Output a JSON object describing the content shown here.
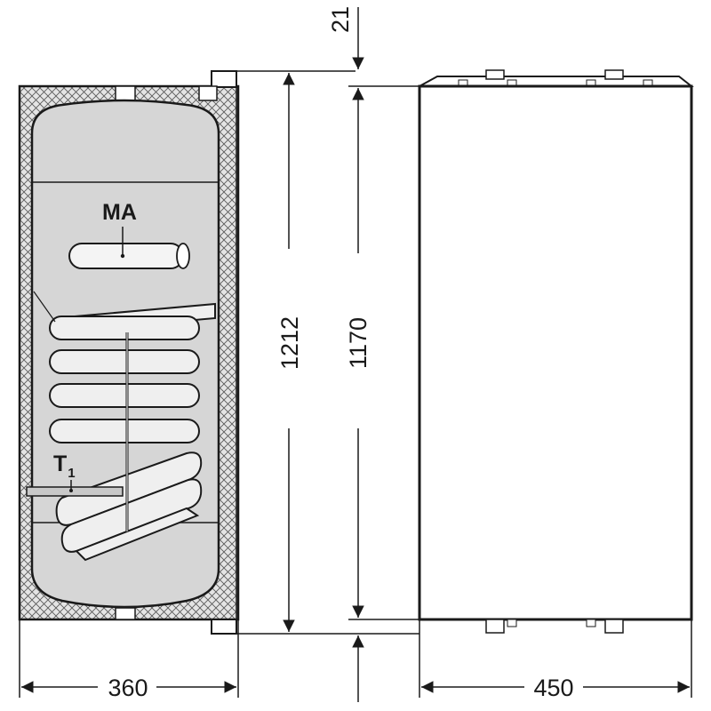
{
  "labels": {
    "anode": "MA",
    "sensor": "T",
    "sensor_sub": "1"
  },
  "dimensions": {
    "top_offset": "21",
    "overall_height": "1212",
    "tank_height": "1170",
    "width_left": "360",
    "width_right": "450"
  },
  "colors": {
    "line": "#1a1a1a",
    "vessel": "#d6d6d6",
    "coil": "#efefef",
    "insulation_hatch": "#555555"
  }
}
